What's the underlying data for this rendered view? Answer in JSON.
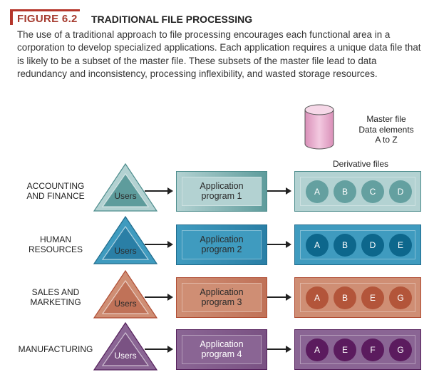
{
  "figure": {
    "number": "FIGURE 6.2",
    "title": "TRADITIONAL FILE PROCESSING",
    "caption": "The use of a traditional approach to file processing encourages each functional area in a corporation to develop specialized applications. Each application requires a unique data file that is likely to be a subset of the master file. These subsets of the master file lead to data redundancy and inconsistency, processing inflexibility, and wasted storage resources."
  },
  "master": {
    "line1": "Master file",
    "line2": "Data elements",
    "line3": "A to Z"
  },
  "derivative_title": "Derivative files",
  "rows": [
    {
      "dept": [
        "ACCOUNTING",
        "AND FINANCE"
      ],
      "users": "Users",
      "app": [
        "Application",
        "program 1"
      ],
      "files": [
        "A",
        "B",
        "C",
        "D"
      ],
      "colors": {
        "fill": "#b3d2d2",
        "dark": "#5e9c9c",
        "border": "#4c8c8c",
        "circle": "#64a0a0",
        "text": "#2b2b2b"
      }
    },
    {
      "dept": [
        "HUMAN",
        "RESOURCES"
      ],
      "users": "Users",
      "app": [
        "Application",
        "program 2"
      ],
      "files": [
        "A",
        "B",
        "D",
        "E"
      ],
      "colors": {
        "fill": "#3f9bbf",
        "dark": "#2a7fa6",
        "border": "#1f6b8c",
        "circle": "#0d678c",
        "text": "#2b2b2b"
      }
    },
    {
      "dept": [
        "SALES AND",
        "MARKETING"
      ],
      "users": "Users",
      "app": [
        "Application",
        "program 3"
      ],
      "files": [
        "A",
        "B",
        "E",
        "G"
      ],
      "colors": {
        "fill": "#cf8e74",
        "dark": "#c07258",
        "border": "#b04c33",
        "circle": "#b3553a",
        "text": "#2b2b2b"
      }
    },
    {
      "dept": [
        "MANUFACTURING"
      ],
      "users": "Users",
      "app": [
        "Application",
        "program 4"
      ],
      "files": [
        "A",
        "E",
        "F",
        "G"
      ],
      "colors": {
        "fill": "#8a6594",
        "dark": "#7a5283",
        "border": "#55205c",
        "circle": "#5b1b5e",
        "text": "#ffffff"
      }
    }
  ]
}
